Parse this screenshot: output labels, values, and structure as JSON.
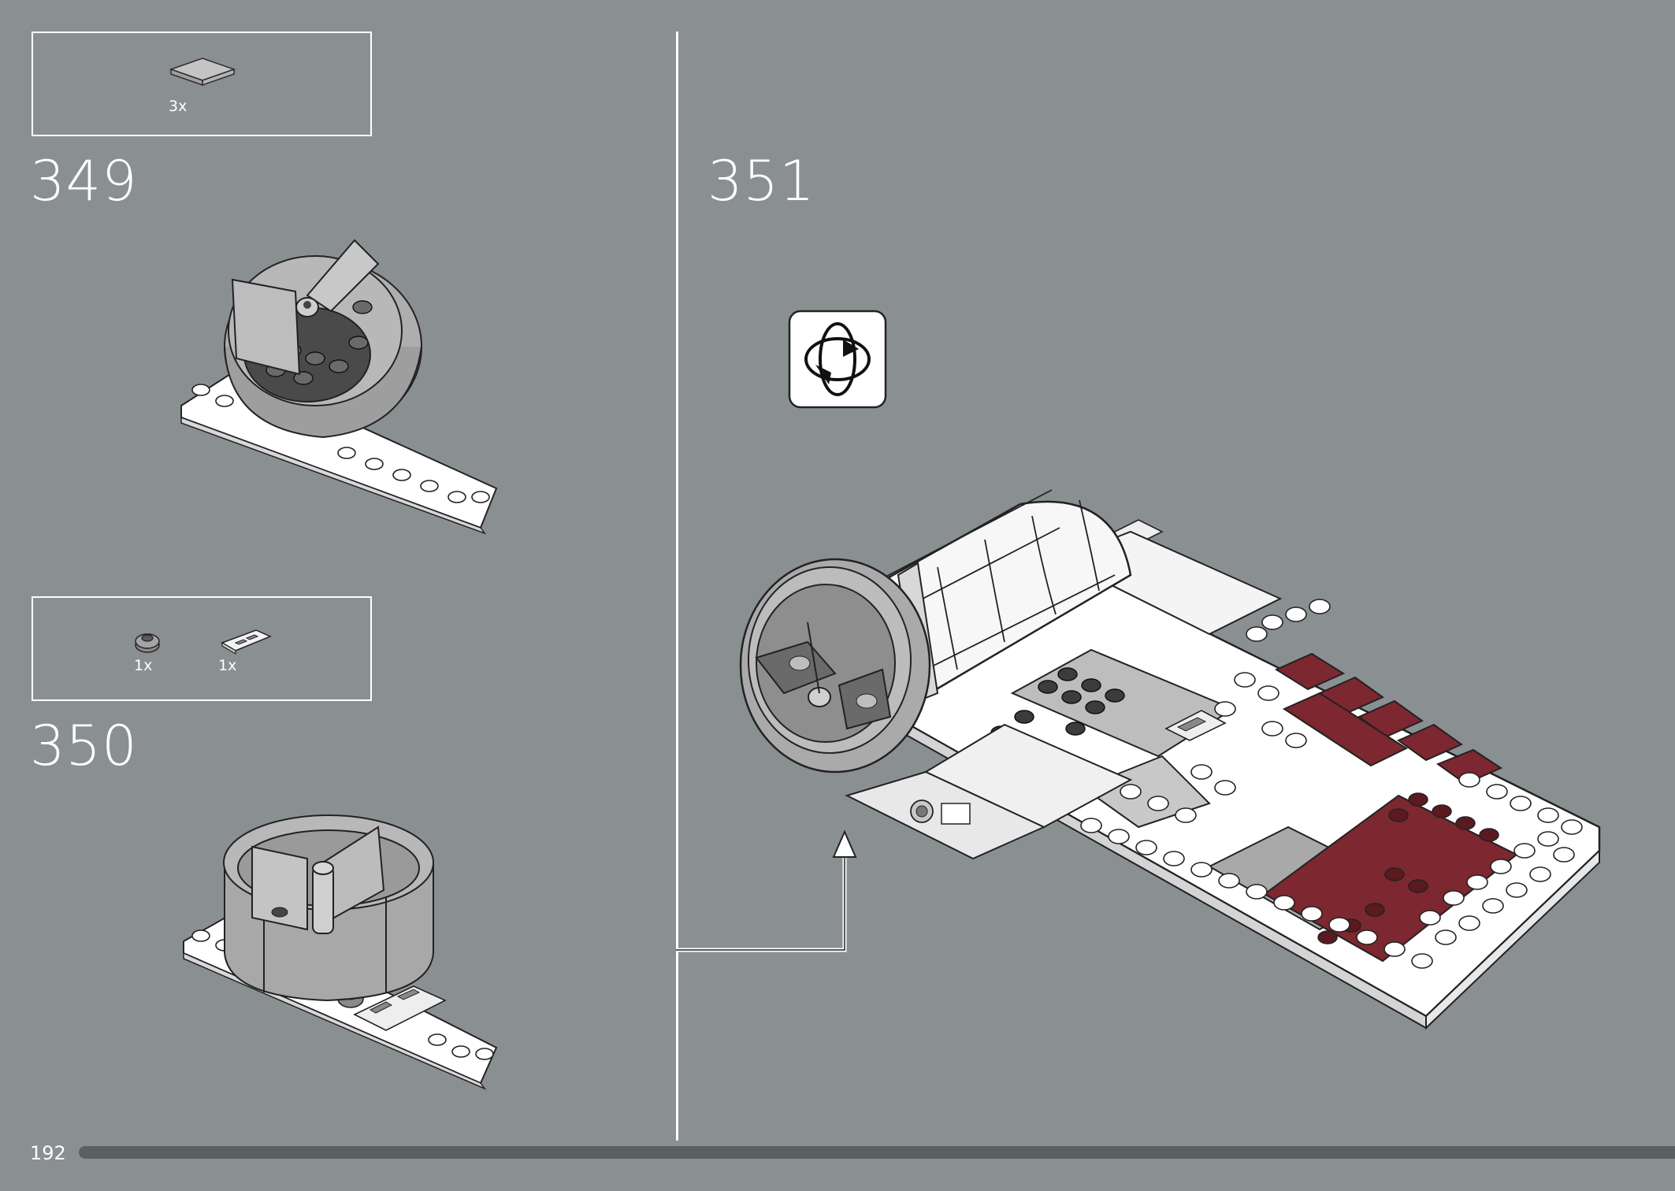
{
  "page": {
    "page_number": "192"
  },
  "steps": [
    {
      "number": "349",
      "parts": [
        {
          "qty": "3x",
          "part": "tile-2x2-light-bluish-gray"
        }
      ]
    },
    {
      "number": "350",
      "parts": [
        {
          "qty": "1x",
          "part": "round-plate-1x1-dark"
        },
        {
          "qty": "1x",
          "part": "grille-tile-1x2-white"
        }
      ]
    },
    {
      "number": "351",
      "parts": [],
      "icon": "rotate-model-icon"
    }
  ],
  "colors": {
    "background": "#8a9092",
    "dark_red": "#7d2730",
    "white_brick": "#ffffff",
    "gray_brick": "#bdbdbd",
    "dark_gray_brick": "#4a4a4a"
  },
  "progress": {
    "fraction": 0.98
  }
}
